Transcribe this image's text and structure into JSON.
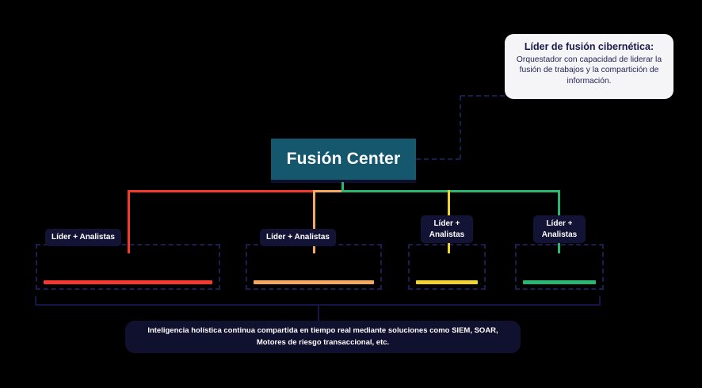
{
  "colors": {
    "background": "#000000",
    "fusion_teal": "#15586e",
    "label_navy": "#131336",
    "dashed_connector": "#12224a",
    "bracket": "#15154a",
    "callout_bg": "#f5f4f7"
  },
  "fusion_center": {
    "label": "Fusión Center"
  },
  "callout": {
    "title": "Líder de fusión cibernética:",
    "body": "Orquestador con capacidad de liderar la fusión de trabajos y la compartición de información."
  },
  "teams": [
    {
      "label": "Líder + Analistas",
      "color": "#f6392f"
    },
    {
      "label": "Líder + Analistas",
      "color": "#f5a860"
    },
    {
      "label": "Líder + Analistas",
      "color": "#f2d22e"
    },
    {
      "label": "Líder + Analistas",
      "color": "#2cb673"
    }
  ],
  "bottom_note": {
    "line1": "Inteligencia holística continua compartida en tiempo real mediante soluciones como SIEM, SOAR,",
    "line2": "Motores de riesgo transaccional, etc."
  }
}
